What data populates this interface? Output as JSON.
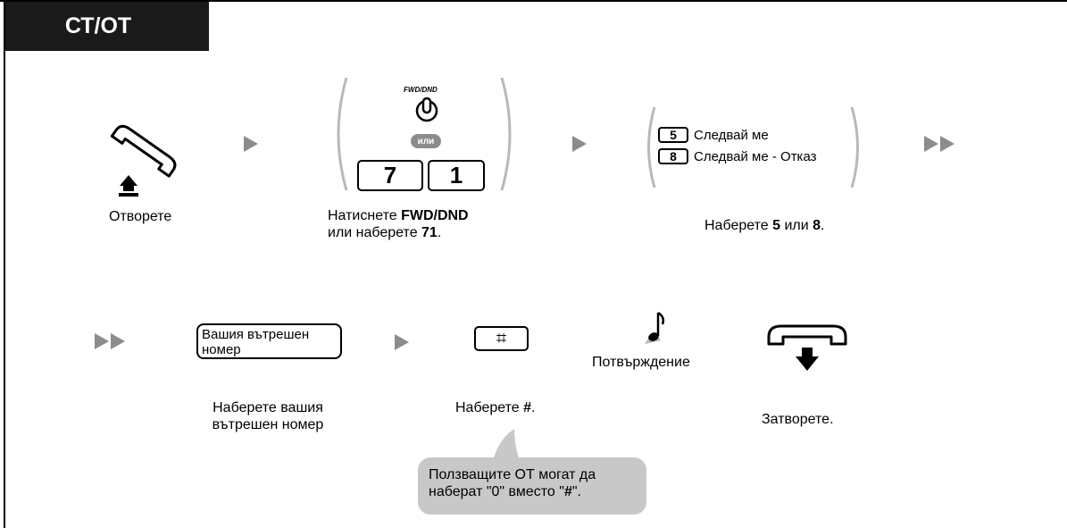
{
  "header": {
    "tab_label": "СТ/ОТ"
  },
  "step1": {
    "caption": "Отворете"
  },
  "step2": {
    "button_label": "FWD/DND",
    "or_badge": "или",
    "keys": [
      "7",
      "1"
    ],
    "caption_prefix": "Натиснете ",
    "caption_bold1": "FWD/DND",
    "caption_mid": "или наберете ",
    "caption_bold2": "71",
    "caption_suffix": "."
  },
  "step3": {
    "options": [
      {
        "key": "5",
        "label": "Следвай ме"
      },
      {
        "key": "8",
        "label": "Следвай ме - Отказ"
      }
    ],
    "caption_prefix": "Наберете ",
    "caption_bold1": "5",
    "caption_mid": " или ",
    "caption_bold2": "8",
    "caption_suffix": "."
  },
  "step4": {
    "box_line1": "Вашия вътрешен",
    "box_line2": "номер",
    "caption_line1": "Наберете вашия",
    "caption_line2": "вътрешен номер"
  },
  "step5": {
    "key_symbol": "⌗",
    "caption_prefix": "Наберете ",
    "caption_bold": "#",
    "caption_suffix": ".",
    "note_line1": "Ползващите ОТ могат да",
    "note_line2_prefix": "наберат \"0\" вместо \"",
    "note_line2_bold": "#",
    "note_line2_suffix": "\"."
  },
  "step6": {
    "tone_label": "Потвърждение"
  },
  "step7": {
    "caption": "Затворете."
  }
}
